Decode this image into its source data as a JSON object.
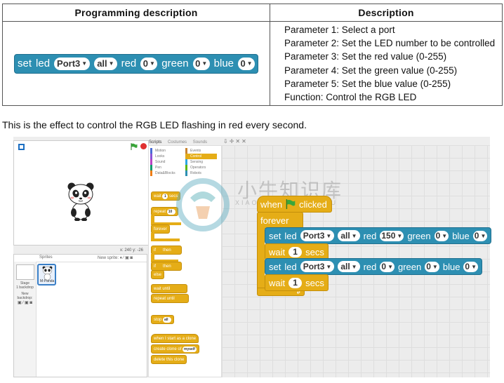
{
  "table": {
    "header_left": "Programming description",
    "header_right": "Description",
    "block": {
      "set": "set",
      "led": "led",
      "port": "Port3",
      "led_num": "all",
      "red": "red",
      "red_val": "0",
      "green": "green",
      "green_val": "0",
      "blue": "blue",
      "blue_val": "0"
    },
    "lines": [
      "Parameter 1: Select a port",
      "Parameter 2: Set the LED number to be controlled",
      "Parameter 3: Set the red value (0-255)",
      "Parameter 4: Set the green value (0-255)",
      "Parameter 5: Set the blue value (0-255)",
      "Function: Control the RGB LED"
    ]
  },
  "intro": "This is the effect to control the RGB LED flashing in red every second.",
  "editor": {
    "tabs": [
      "Scripts",
      "Costumes",
      "Sounds"
    ],
    "categories_left": [
      "Motion",
      "Looks",
      "Sound",
      "Pen",
      "Data&Blocks"
    ],
    "categories_right": [
      "Events",
      "Control",
      "Sensing",
      "Operators",
      "Robots"
    ],
    "active_category": "Control",
    "coords": "x: 240  y: -26",
    "sprites_label": "Sprites",
    "new_sprite_label": "New sprite:",
    "stage_label": "Stage\n1 backdrop",
    "new_backdrop_label": "New backdrop:",
    "sprite_name": "M-Panda",
    "palette": {
      "wait": "wait",
      "wait_val": "1",
      "secs": "secs",
      "repeat": "repeat",
      "repeat_val": "10",
      "forever": "forever",
      "if": "if",
      "then": "then",
      "else": "else",
      "wait_until": "wait until",
      "repeat_until": "repeat until",
      "stop": "stop",
      "stop_val": "all",
      "when_clone": "when I start as a clone",
      "create_clone": "create clone of",
      "clone_target": "myself",
      "delete_clone": "delete this clone"
    },
    "script": {
      "when": "when",
      "clicked": "clicked",
      "forever": "forever",
      "set": "set",
      "led": "led",
      "port": "Port3",
      "led_num": "all",
      "red": "red",
      "green": "green",
      "blue": "blue",
      "block1": {
        "red_val": "150",
        "green_val": "0",
        "blue_val": "0"
      },
      "block2": {
        "red_val": "0",
        "green_val": "0",
        "blue_val": "0"
      },
      "wait": "wait",
      "wait_val": "1",
      "secs": "secs"
    },
    "watermark": {
      "cn": "小牛知识库",
      "en": "XIAO NIU ZHI SHI KU"
    },
    "colors": {
      "blue_block": "#2d8fb2",
      "orange_block": "#e5ad17",
      "flag": "#3aa63a",
      "stop": "#e03030"
    }
  }
}
